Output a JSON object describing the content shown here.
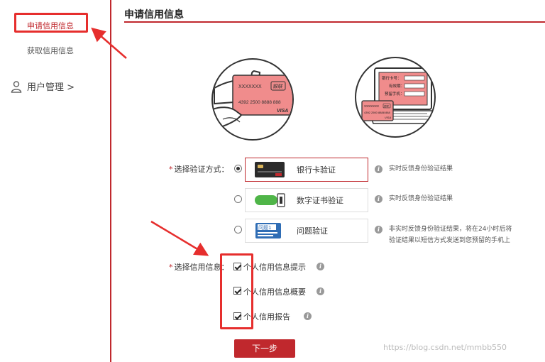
{
  "sidebar": {
    "items": [
      {
        "label": "申请信用信息",
        "active": true
      },
      {
        "label": "获取信用信息",
        "active": false
      },
      {
        "label": "用户管理 >",
        "active": false,
        "icon": "user-icon"
      }
    ]
  },
  "main": {
    "title": "申请信用信息",
    "illustrations": {
      "card": {
        "name_text": "XXXXXXX",
        "brand": "银联",
        "number": "4392 2500 8888 888",
        "network": "VISA"
      },
      "laptop": {
        "field_1": "银行卡号：",
        "field_2": "有效期：",
        "field_3": "预留手机：",
        "card_text": "XXXXXXX",
        "card_number": "4392 2500 8888 888",
        "card_network": "VISA",
        "card_brand": "银联"
      }
    },
    "verify": {
      "label": "选择验证方式：",
      "required_mark": "*",
      "options": [
        {
          "label": "银行卡验证",
          "icon": "bank-card-icon",
          "selected": true,
          "hint": "实时反馈身份验证结果"
        },
        {
          "label": "数字证书验证",
          "icon": "digital-certificate-icon",
          "selected": false,
          "hint": "实时反馈身份验证结果"
        },
        {
          "label": "问题验证",
          "icon": "question-card-icon",
          "icon_text": "问题1",
          "selected": false,
          "hint_line1": "非实时反馈身份验证结果，将在24小时后将",
          "hint_line2": "验证结果以短信方式发送到您预留的手机上"
        }
      ]
    },
    "credit_info": {
      "label": "选择信用信息：",
      "required_mark": "*",
      "options": [
        {
          "label": "个人信用信息提示",
          "checked": true
        },
        {
          "label": "个人信用信息概要",
          "checked": true
        },
        {
          "label": "个人信用报告",
          "checked": true
        }
      ]
    },
    "next_button": "下一步"
  },
  "watermark": "https://blog.csdn.net/mmbb550",
  "colors": {
    "accent": "#c0282d",
    "annotation": "#e62e2d",
    "button": "#c0282d"
  }
}
